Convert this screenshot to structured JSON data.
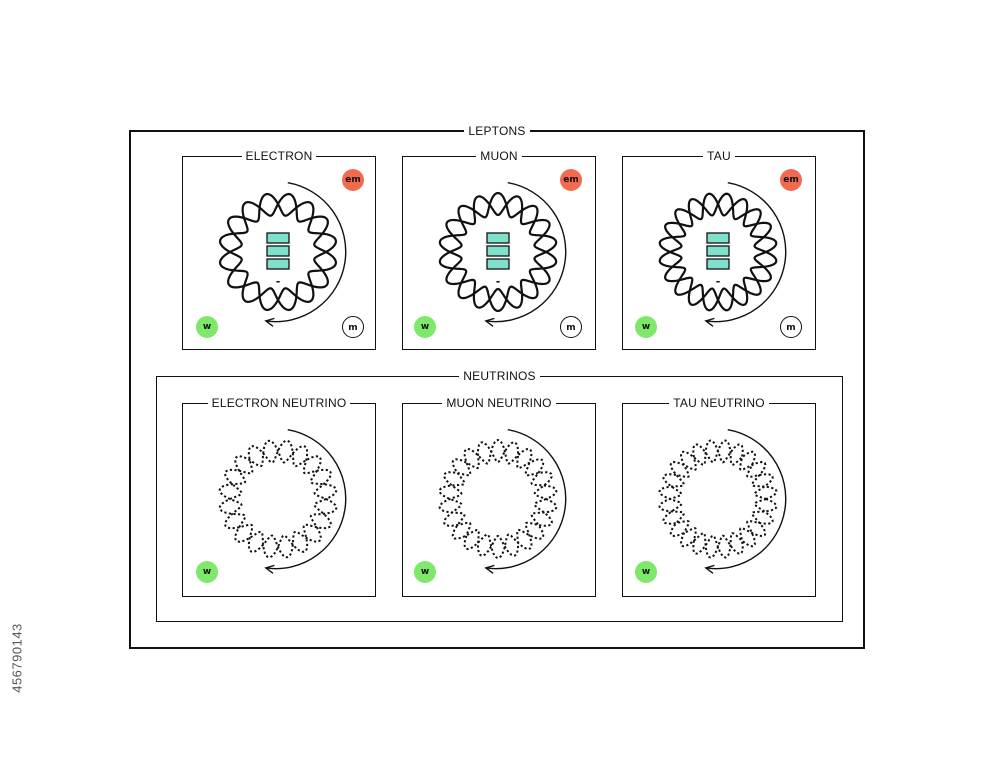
{
  "leptons_title": "LEPTONS",
  "neutrinos_title": "NEUTRINOS",
  "leptons": [
    {
      "label": "ELECTRON",
      "badges": {
        "em": "em",
        "w": "w",
        "m": "m"
      },
      "charge": "-",
      "lobes": 8
    },
    {
      "label": "MUON",
      "badges": {
        "em": "em",
        "w": "w",
        "m": "m"
      },
      "charge": "-",
      "lobes": 9
    },
    {
      "label": "TAU",
      "badges": {
        "em": "em",
        "w": "w",
        "m": "m"
      },
      "charge": "-",
      "lobes": 10
    }
  ],
  "neutrinos": [
    {
      "label": "ELECTRON NEUTRINO",
      "badges": {
        "w": "w"
      },
      "lobes": 10
    },
    {
      "label": "MUON NEUTRINO",
      "badges": {
        "w": "w"
      },
      "lobes": 11
    },
    {
      "label": "TAU NEUTRINO",
      "badges": {
        "w": "w"
      },
      "lobes": 12
    }
  ],
  "colors": {
    "em": "#f26b50",
    "w": "#7ee86a",
    "charge_box": "#7fe0cc",
    "line": "#111111"
  },
  "watermark": "456790143"
}
